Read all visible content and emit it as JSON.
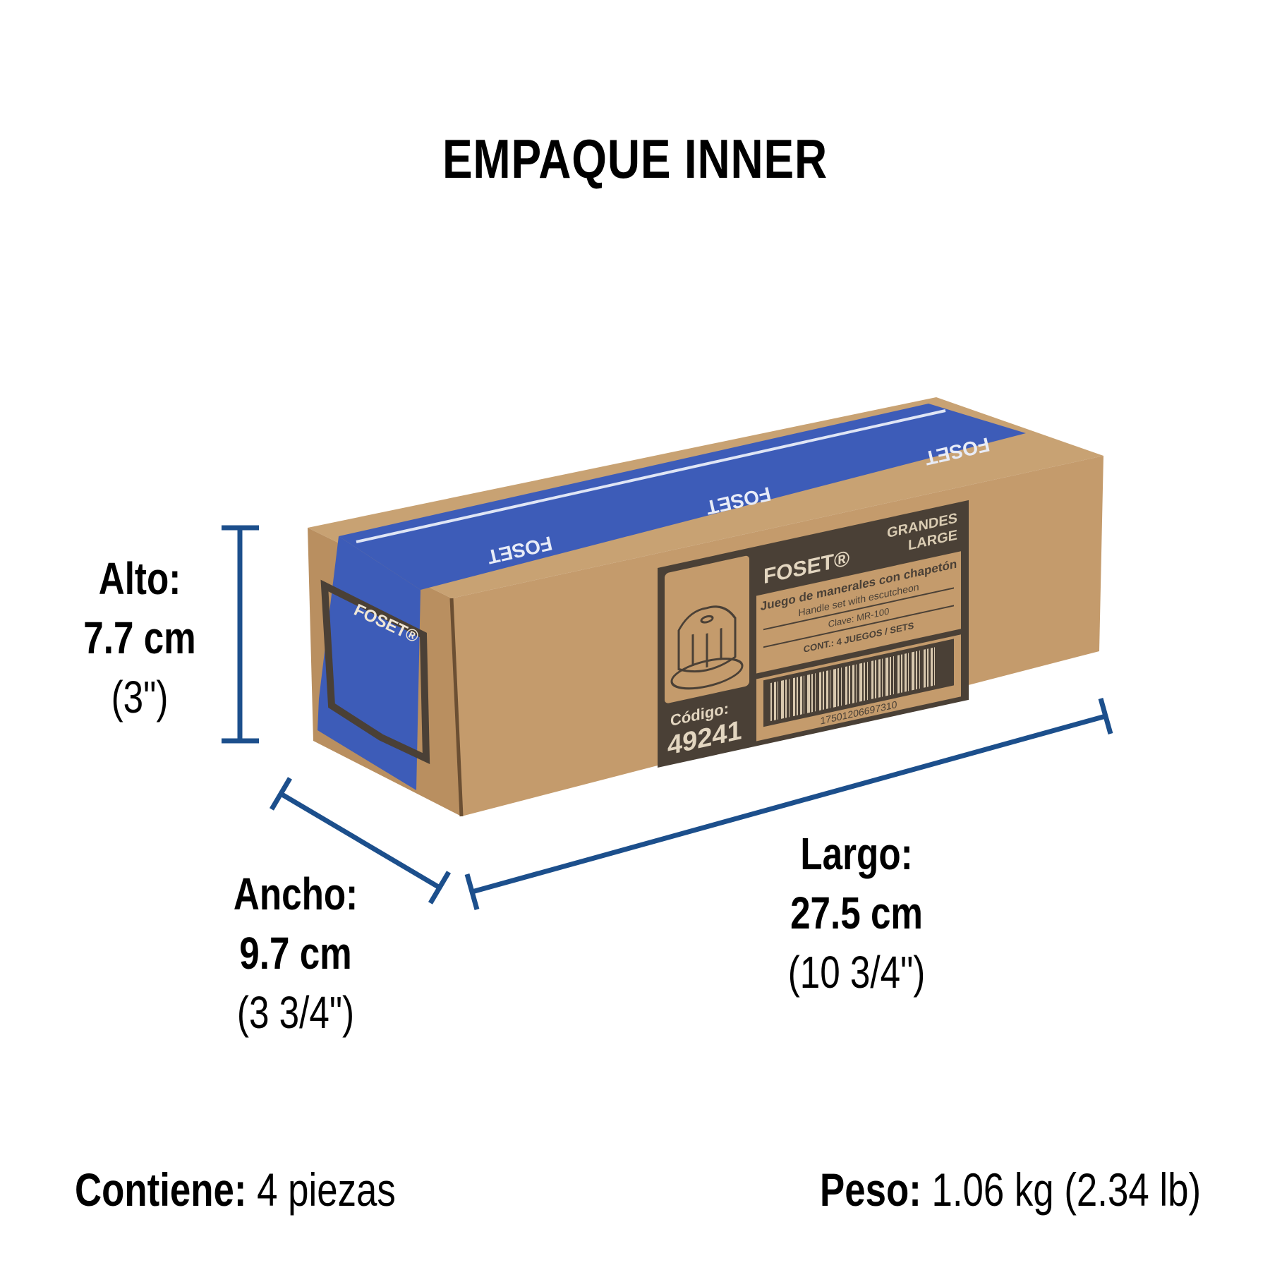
{
  "title": "EMPAQUE INNER",
  "dimensions": {
    "alto": {
      "label": "Alto:",
      "metric": "7.7 cm",
      "imperial": "(3\")"
    },
    "ancho": {
      "label": "Ancho:",
      "metric": "9.7 cm",
      "imperial": "(3 3/4\")"
    },
    "largo": {
      "label": "Largo:",
      "metric": "27.5 cm",
      "imperial": "(10 3/4\")"
    }
  },
  "footer": {
    "contiene_label": "Contiene:",
    "contiene_value": "4 piezas",
    "peso_label": "Peso:",
    "peso_value": "1.06 kg (2.34 lb)"
  },
  "box_label": {
    "brand": "FOSET®",
    "size_es": "GRANDES",
    "size_en": "LARGE",
    "name_es": "Juego de manerales con chapetón",
    "name_en": "Handle set with escutcheon",
    "clave": "Clave: MR-100",
    "contents": "CONT.: 4 JUEGOS / SETS",
    "barcode": "17501206697310",
    "codigo_label": "Código:",
    "codigo": "49241",
    "tape_text": "FOSET"
  },
  "colors": {
    "dimension_line": "#1c4f8c",
    "cardboard": "#c49b6c",
    "tape": "#3d5cb8",
    "print": "#4a4036"
  }
}
